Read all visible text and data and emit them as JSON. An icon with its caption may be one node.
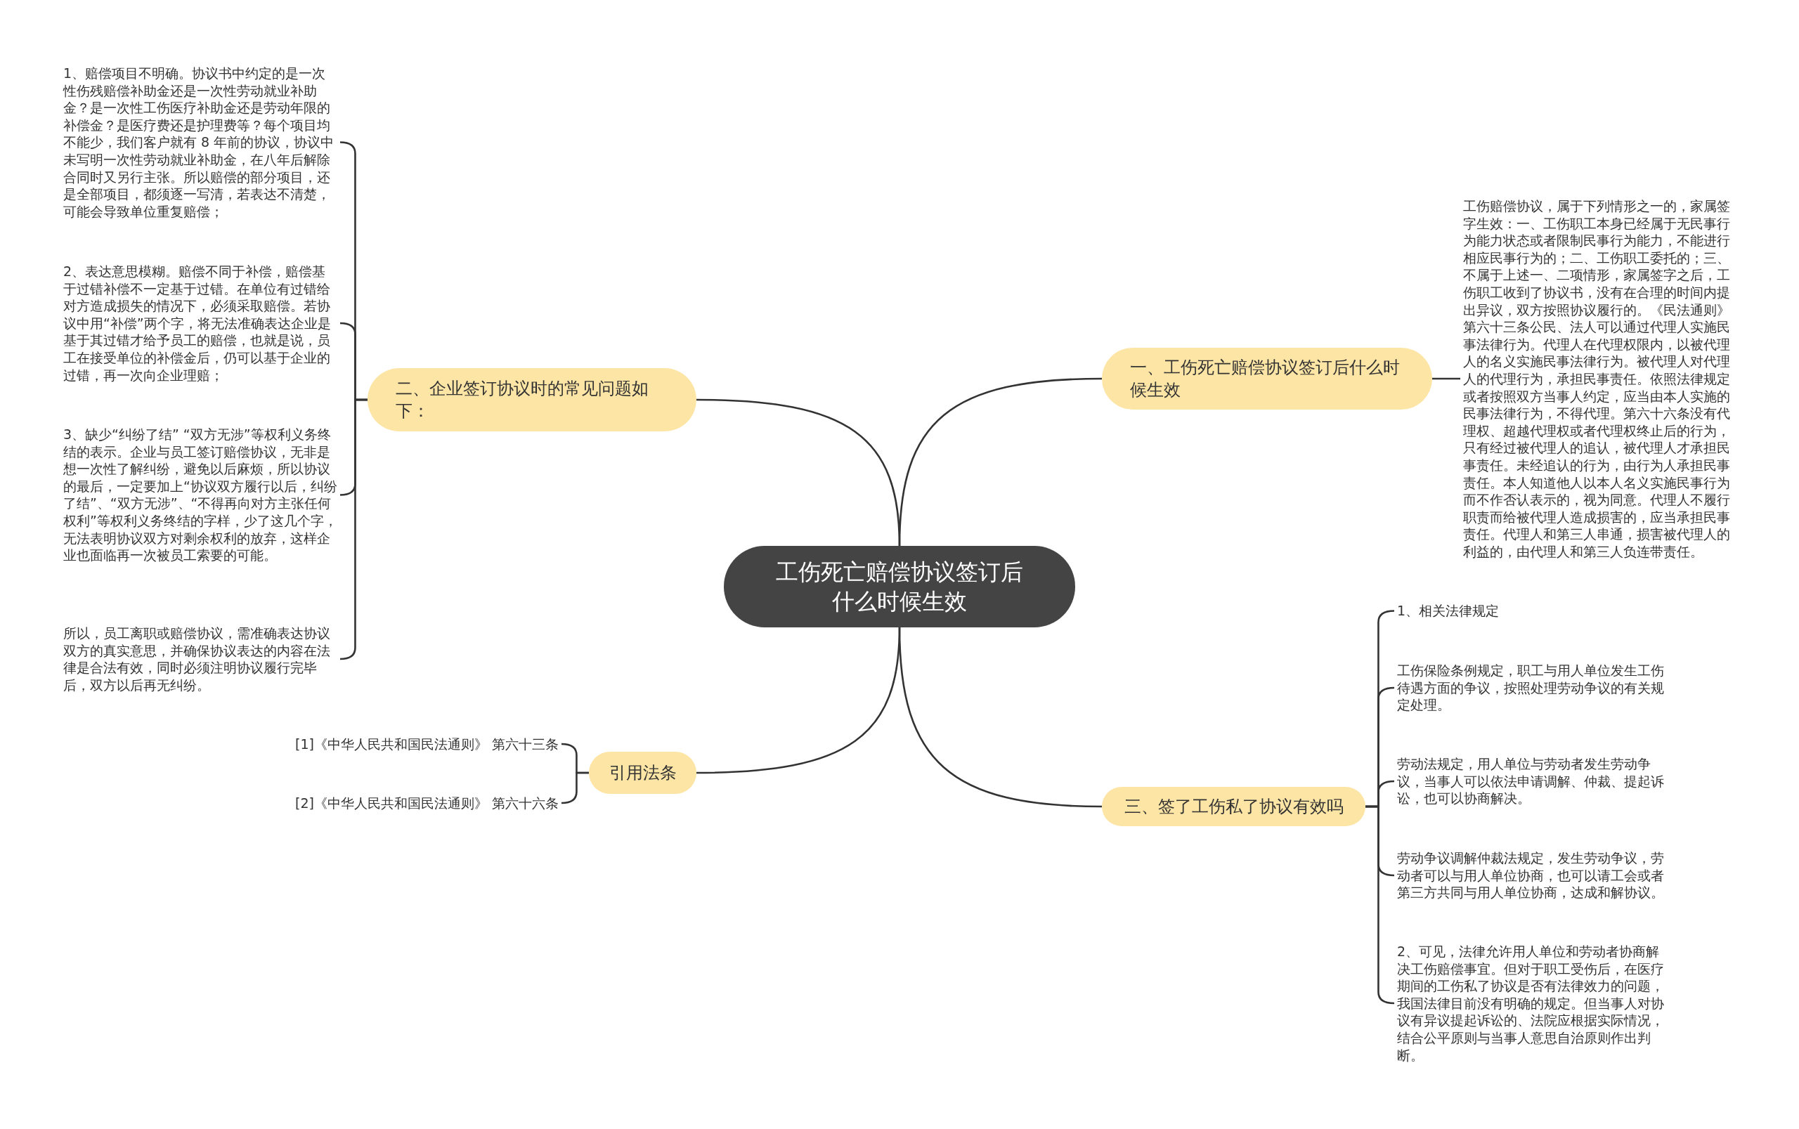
{
  "diagram": {
    "nodes": [
      {
        "text": [
          "工伤死亡赔偿协议签订后什么时候生效"
        ]
      },
      {
        "text": [
          "一、工伤死亡赔偿协议签订后什么时候生效"
        ]
      },
      {
        "text": [
          "工伤赔偿协议，属于下列情形之一的，家属签字生效：一、工伤职工本身已经属于无民事行为能力状态或者限制民事行为能力，不能进行相应民事行为的；二、工伤职工委托的；三、不属于上述一、二项情形，家属签字之后，工伤职工收到了协议书，没有在合理的时间内提出异议，双方按照协议履行的。《民法通则》第六十三条公民、法人可以通过代理人实施民事法律行为。代理人在代理权限内，以被代理人的名义实施民事法律行为。被代理人对代理人的代理行为，承担民事责任。依照法律规定或者按照双方当事人约定，应当由本人实施的民事法律行为，不得代理。第六十六条没有代理权、超越代理权或者代理权终止后的行为，只有经过被代理人的追认，被代理人才承担民事责任。未经追认的行为，由行为人承担民事责任。本人知道他人以本人名义实施民事行为而不作否认表示的，视为同意。代理人不履行职责而给被代理人造成损害的，应当承担民事责任。代理人和第三人串通，损害被代理人的利益的，由代理人和第三人负连带责任。"
        ]
      },
      {
        "text": [
          "二、企业签订协议时的常见问题如下："
        ]
      },
      {
        "text": [
          "1、赔偿项目不明确。协议书中约定的是一次性伤残赔偿补助金还是一次性劳动就业补助金？是一次性工伤医疗补助金还是劳动年限的补偿金？是医疗费还是护理费等？每个项目均不能少，我们客户就有 8 年前的协议，协议中未写明一次性劳动就业补助金，在八年后解除合同时又另行主张。所以赔偿的部分项目，还是全部项目，都须逐一写清，若表达不清楚，可能会导致单位重复赔偿；"
        ]
      },
      {
        "text": [
          "2、表达意思模糊。赔偿不同于补偿，赔偿基于过错补偿不一定基于过错。在单位有过错给对方造成损失的情况下，必须采取赔偿。若协议中用“补偿”两个字，将无法准确表达企业是基于其过错才给予员工的赔偿，也就是说，员工在接受单位的补偿金后，仍可以基于企业的过错，再一次向企业理赔；"
        ]
      },
      {
        "text": [
          "3、缺少“纠纷了结” “双方无涉”等权利义务终结的表示。企业与员工签订赔偿协议，无非是想一次性了解纠纷，避免以后麻烦，所以协议的最后，一定要加上“协议双方履行以后，纠纷了结”、“双方无涉”、“不得再向对方主张任何权利”等权利义务终结的字样，少了这几个字，无法表明协议双方对剩余权利的放弃，这样企业也面临再一次被员工索要的可能。"
        ]
      },
      {
        "text": [
          "所以，员工离职或赔偿协议，需准确表达协议双方的真实意思，并确保协议表达的内容在法律是合法有效，同时必须注明协议履行完毕后，双方以后再无纠纷。"
        ]
      },
      {
        "text": [
          "引用法条"
        ]
      },
      {
        "text": [
          "[1]《中华人民共和国民法通则》 第六十三条"
        ]
      },
      {
        "text": [
          "[2]《中华人民共和国民法通则》 第六十六条"
        ]
      },
      {
        "text": [
          "三、签了工伤私了协议有效吗"
        ]
      },
      {
        "text": [
          "1、相关法律规定"
        ]
      },
      {
        "text": [
          "工伤保险条例规定，职工与用人单位发生工伤待遇方面的争议，按照处理劳动争议的有关规定处理。"
        ]
      },
      {
        "text": [
          "劳动法规定，用人单位与劳动者发生劳动争议，当事人可以依法申请调解、仲裁、提起诉讼，也可以协商解决。"
        ]
      },
      {
        "text": [
          "劳动争议调解仲裁法规定，发生劳动争议，劳动者可以与用人单位协商，也可以请工会或者第三方共同与用人单位协商，达成和解协议。"
        ]
      },
      {
        "text": [
          "2、可见，法律允许用人单位和劳动者协商解决工伤赔偿事宜。但对于职工受伤后，在医疗期间的工伤私了协议是否有法律效力的问题，我国法律目前没有明确的规定。但当事人对协议有异议提起诉讼的、法院应根据实际情况，结合公平原则与当事人意思自治原则作出判断。"
        ]
      }
    ],
    "edges": [
      {
        "from": 0,
        "to": 1,
        "arrow": "none"
      },
      {
        "from": 1,
        "to": 2,
        "arrow": "none"
      },
      {
        "from": 0,
        "to": 3,
        "arrow": "none"
      },
      {
        "from": 3,
        "to": 4,
        "arrow": "none"
      },
      {
        "from": 3,
        "to": 5,
        "arrow": "none"
      },
      {
        "from": 3,
        "to": 6,
        "arrow": "none"
      },
      {
        "from": 3,
        "to": 7,
        "arrow": "none"
      },
      {
        "from": 0,
        "to": 8,
        "arrow": "none"
      },
      {
        "from": 8,
        "to": 9,
        "arrow": "none"
      },
      {
        "from": 8,
        "to": 10,
        "arrow": "none"
      },
      {
        "from": 0,
        "to": 11,
        "arrow": "none"
      },
      {
        "from": 11,
        "to": 12,
        "arrow": "none"
      },
      {
        "from": 11,
        "to": 13,
        "arrow": "none"
      },
      {
        "from": 11,
        "to": 14,
        "arrow": "none"
      },
      {
        "from": 11,
        "to": 15,
        "arrow": "none"
      },
      {
        "from": 11,
        "to": 16,
        "arrow": "none"
      }
    ]
  }
}
